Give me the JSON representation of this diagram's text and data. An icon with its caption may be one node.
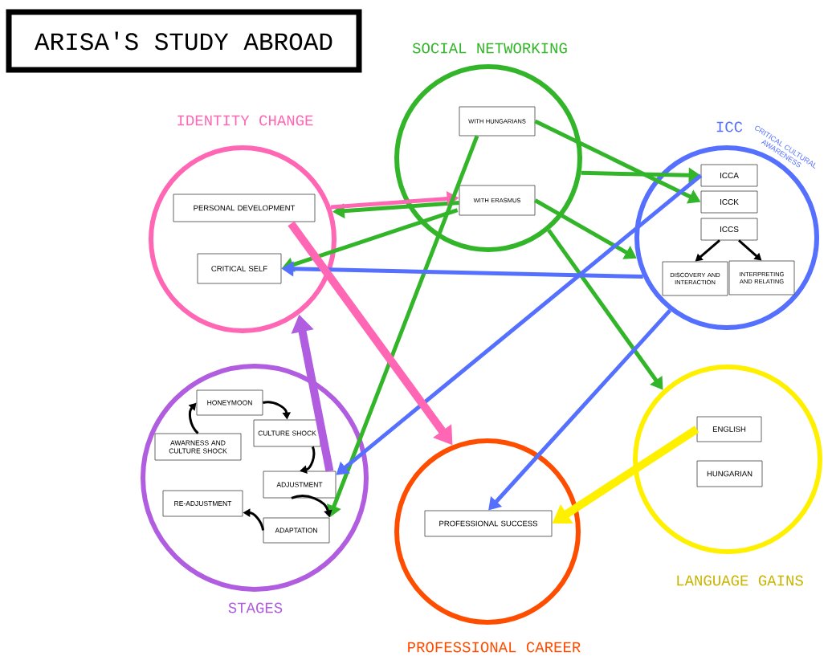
{
  "diagram": {
    "title": "ARISA'S STUDY ABROAD",
    "nodes": [
      {
        "text": [
          "SOCIAL NETWORKING"
        ]
      },
      {
        "text": [
          "WITH HUNGARIANS"
        ],
        "in": 0
      },
      {
        "text": [
          "WITH ERASMUS"
        ],
        "in": 0
      },
      {
        "text": [
          "IDENTITY CHANGE"
        ]
      },
      {
        "text": [
          "PERSONAL DEVELOPMENT"
        ],
        "in": 3
      },
      {
        "text": [
          "CRITICAL SELF"
        ],
        "in": 3
      },
      {
        "text": [
          "ICC"
        ],
        "beside": [
          "CRITICAL CULTURAL AWARENESS"
        ]
      },
      {
        "text": [
          "ICCA"
        ],
        "in": 6
      },
      {
        "text": [
          "ICCK"
        ],
        "in": 6
      },
      {
        "text": [
          "ICCS"
        ],
        "in": 6
      },
      {
        "text": [
          "DISCOVERY AND INTERACTION"
        ],
        "in": 6
      },
      {
        "text": [
          "INTERPRETING AND RELATING"
        ],
        "in": 6
      },
      {
        "text": [
          "STAGES"
        ]
      },
      {
        "text": [
          "HONEYMOON"
        ],
        "in": 12
      },
      {
        "text": [
          "CULTURE SHOCK"
        ],
        "in": 12
      },
      {
        "text": [
          "AWARNESS AND CULTURE SHOCK"
        ],
        "in": 12
      },
      {
        "text": [
          "ADJUSTMENT"
        ],
        "in": 12
      },
      {
        "text": [
          "RE-ADJUSTMENT"
        ],
        "in": 12
      },
      {
        "text": [
          "ADAPTATION"
        ],
        "in": 12
      },
      {
        "text": [
          "PROFESSIONAL CAREER"
        ]
      },
      {
        "text": [
          "PROFESSIONAL SUCCESS"
        ],
        "in": 19
      },
      {
        "text": [
          "LANGUAGE GAINS"
        ]
      },
      {
        "text": [
          "ENGLISH"
        ],
        "in": 21
      },
      {
        "text": [
          "HUNGARIAN"
        ],
        "in": 21
      }
    ],
    "edges": [
      {
        "from": 2,
        "to": 3,
        "arrow": "to",
        "color": "#33b52a"
      },
      {
        "from": 3,
        "to": 2,
        "arrow": "to",
        "color": "#ff66b3"
      },
      {
        "from": 2,
        "to": 5,
        "arrow": "to",
        "color": "#33b52a"
      },
      {
        "from": 1,
        "to": 8,
        "arrow": "to",
        "color": "#33b52a"
      },
      {
        "from": 0,
        "to": 7,
        "arrow": "to",
        "color": "#33b52a"
      },
      {
        "from": 2,
        "to": 6,
        "arrow": "to",
        "color": "#33b52a"
      },
      {
        "from": 1,
        "to": 18,
        "arrow": "to",
        "color": "#33b52a"
      },
      {
        "from": 0,
        "to": 21,
        "arrow": "to",
        "color": "#33b52a"
      },
      {
        "from": 9,
        "to": 10,
        "arrow": "to",
        "color": "#000000"
      },
      {
        "from": 9,
        "to": 11,
        "arrow": "to",
        "color": "#000000"
      },
      {
        "from": 6,
        "to": 5,
        "arrow": "to",
        "color": "#5570ff"
      },
      {
        "from": 7,
        "to": 16,
        "arrow": "to",
        "color": "#5570ff"
      },
      {
        "from": 6,
        "to": 20,
        "arrow": "to",
        "color": "#5570ff"
      },
      {
        "from": 4,
        "to": 19,
        "arrow": "to",
        "style": "thick",
        "color": "#ff66b3"
      },
      {
        "from": 16,
        "to": 3,
        "arrow": "to",
        "style": "thick",
        "color": "#b05de0"
      },
      {
        "from": 22,
        "to": 20,
        "arrow": "to",
        "style": "thick",
        "color": "#fff000"
      },
      {
        "from": 13,
        "to": 14,
        "arrow": "to",
        "color": "#000000"
      },
      {
        "from": 14,
        "to": 16,
        "arrow": "to",
        "color": "#000000"
      },
      {
        "from": 16,
        "to": 18,
        "arrow": "to",
        "color": "#000000"
      },
      {
        "from": 18,
        "to": 17,
        "arrow": "to",
        "color": "#000000"
      },
      {
        "from": 15,
        "to": 13,
        "arrow": "to",
        "color": "#000000"
      }
    ]
  }
}
